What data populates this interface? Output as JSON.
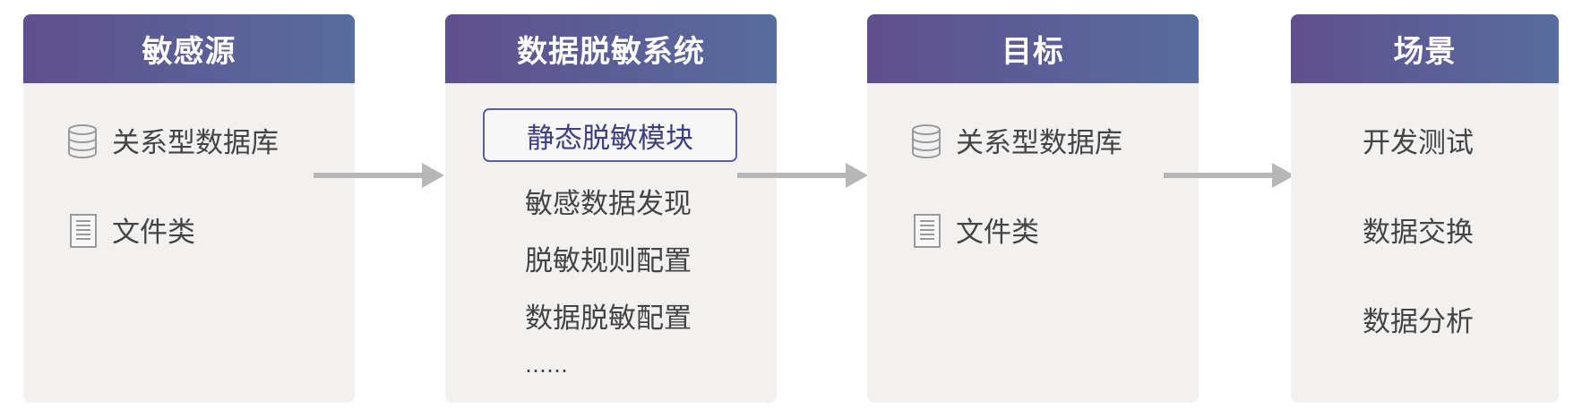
{
  "colors": {
    "header_start": "#604f8f",
    "header_end": "#576c9f",
    "card_bg": "#f2f1f0",
    "arrow": "#b7b7b7",
    "module_border": "#5a5f9a"
  },
  "source": {
    "title": "敏感源",
    "items": [
      {
        "icon": "database-icon",
        "label": "关系型数据库"
      },
      {
        "icon": "document-icon",
        "label": "文件类"
      }
    ]
  },
  "system": {
    "title": "数据脱敏系统",
    "module": "静态脱敏模块",
    "features": [
      "敏感数据发现",
      "脱敏规则配置",
      "数据脱敏配置",
      "……"
    ]
  },
  "target": {
    "title": "目标",
    "items": [
      {
        "icon": "database-icon",
        "label": "关系型数据库"
      },
      {
        "icon": "document-icon",
        "label": "文件类"
      }
    ]
  },
  "scenario": {
    "title": "场景",
    "items": [
      "开发测试",
      "数据交换",
      "数据分析"
    ]
  }
}
